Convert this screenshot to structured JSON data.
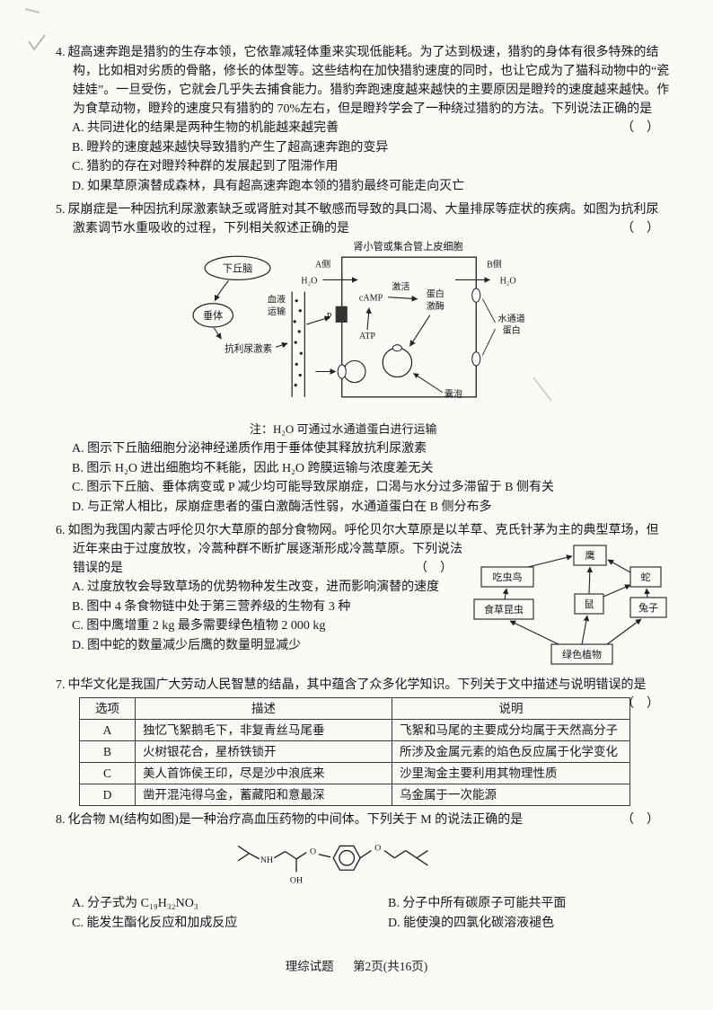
{
  "page": {
    "footer_left": "理综试题",
    "footer_right": "第2页(共16页)"
  },
  "q4": {
    "num": "4.",
    "stem": "超高速奔跑是猎豹的生存本领，它依靠减轻体重来实现低能耗。为了达到极速，猎豹的身体有很多特殊的结构，比如相对劣质的骨骼，修长的体型等。这些结构在加快猎豹速度的同时，也让它成为了猫科动物中的“瓷娃娃”。一旦受伤，它就会几乎失去捕食能力。猎豹奔跑速度越来越快的主要原因是瞪羚的速度越来越快。作为食草动物，瞪羚的速度只有猎豹的 70%左右，但是瞪羚学会了一种绕过猎豹的方法。下列说法正确的是",
    "bracket": "（　）",
    "options": [
      "A. 共同进化的结果是两种生物的机能越来越完善",
      "B. 瞪羚的速度越来越快导致猎豹产生了超高速奔跑的变异",
      "C. 猎豹的存在对瞪羚种群的发展起到了阻滞作用",
      "D. 如果草原演替成森林，具有超高速奔跑本领的猎豹最终可能走向灭亡"
    ]
  },
  "q5": {
    "num": "5.",
    "stem": "尿崩症是一种因抗利尿激素缺乏或肾脏对其不敏感而导致的具口渴、大量排尿等症状的疾病。如图为抗利尿激素调节水重吸收的过程，下列相关叙述正确的是",
    "bracket": "（　）",
    "diagram": {
      "cell_title": "肾小管或集合管上皮细胞",
      "hypothalamus": "下丘脑",
      "pituitary": "垂体",
      "blood1": "血液",
      "blood2": "运输",
      "adh": "抗利尿激素",
      "side_a": "A侧",
      "side_b": "B侧",
      "h2o": "H₂O",
      "p": "P",
      "atp": "ATP",
      "camp": "cAMP",
      "activate": "激活",
      "kinase1": "蛋白",
      "kinase2": "激酶",
      "aquaporin1": "水通道",
      "aquaporin2": "蛋白",
      "vesicle": "囊泡"
    },
    "note": "注：H₂O 可通过水通道蛋白进行运输",
    "options": [
      "A. 图示下丘脑细胞分泌神经递质作用于垂体使其释放抗利尿激素",
      "B. 图示 H₂O 进出细胞均不耗能，因此 H₂O 跨膜运输与浓度差无关",
      "C. 图示下丘脑、垂体病变或 P 减少均可能导致尿崩症，口渴与水分过多滞留于 B 侧有关",
      "D. 与正常人相比，尿崩症患者的蛋白激酶活性弱，水通道蛋白在 B 侧分布多"
    ]
  },
  "q6": {
    "num": "6.",
    "stem1": "如图为我国内蒙古呼伦贝尔大草原的部分食物网。呼伦贝尔大草原是以羊草、克氏针茅为主的",
    "stem2": "典型草场，但近年来由于过度放牧，冷蒿种群不断扩展逐渐形成冷蒿草原。下列说法错误的是",
    "bracket": "（　）",
    "foodweb": {
      "hawk": "鹰",
      "snake": "蛇",
      "bird": "吃虫鸟",
      "mouse": "鼠",
      "rabbit": "兔子",
      "insect": "食草昆虫",
      "plant": "绿色植物"
    },
    "options": [
      "A. 过度放牧会导致草场的优势物种发生改变，进而影响演替的速度",
      "B. 图中 4 条食物链中处于第三营养级的生物有 3 种",
      "C. 图中鹰增重 2 kg 最多需要绿色植物 2 000 kg",
      "D. 图中蛇的数量减少后鹰的数量明显减少"
    ]
  },
  "q7": {
    "num": "7.",
    "stem": "中华文化是我国广大劳动人民智慧的结晶，其中蕴含了众多化学知识。下列关于文中描述与说明错误的是",
    "bracket": "（　）",
    "table": {
      "headers": [
        "选项",
        "描述",
        "说明"
      ],
      "rows": [
        [
          "A",
          "独忆飞絮鹅毛下，非复青丝马尾垂",
          "飞絮和马尾的主要成分均属于天然高分子"
        ],
        [
          "B",
          "火树银花合，星桥铁锁开",
          "所涉及金属元素的焰色反应属于化学变化"
        ],
        [
          "C",
          "美人首饰侯王印，尽是沙中浪底来",
          "沙里淘金主要利用其物理性质"
        ],
        [
          "D",
          "凿开混沌得乌金，蓄藏阳和意最深",
          "乌金属于一次能源"
        ]
      ]
    }
  },
  "q8": {
    "num": "8.",
    "stem": "化合物 M(结构如图)是一种治疗高血压药物的中间体。下列关于 M 的说法正确的是",
    "bracket": "（　）",
    "structure": {
      "nh": "NH",
      "oh": "OH",
      "o1": "O",
      "o2": "O"
    },
    "options": [
      "A. 分子式为 C₁₉H₃₂NO₃",
      "B. 分子中所有碳原子可能共平面",
      "C. 能发生酯化反应和加成反应",
      "D. 能使溴的四氯化碳溶液褪色"
    ]
  }
}
